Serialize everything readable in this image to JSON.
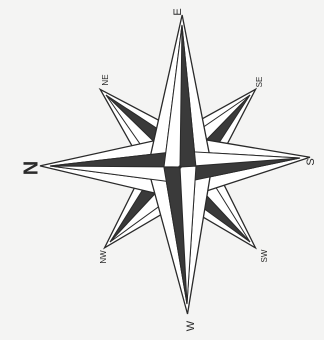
{
  "compass": {
    "labels": {
      "n": "N",
      "s": "S",
      "e": "E",
      "w": "W",
      "ne": "NE",
      "se": "SE",
      "sw": "SW",
      "nw": "NW"
    },
    "colors": {
      "background": "#f4f4f3",
      "ink": "#2a2a2a",
      "fill_dark": "#3a3a3a",
      "fill_light": "#ffffff"
    }
  }
}
